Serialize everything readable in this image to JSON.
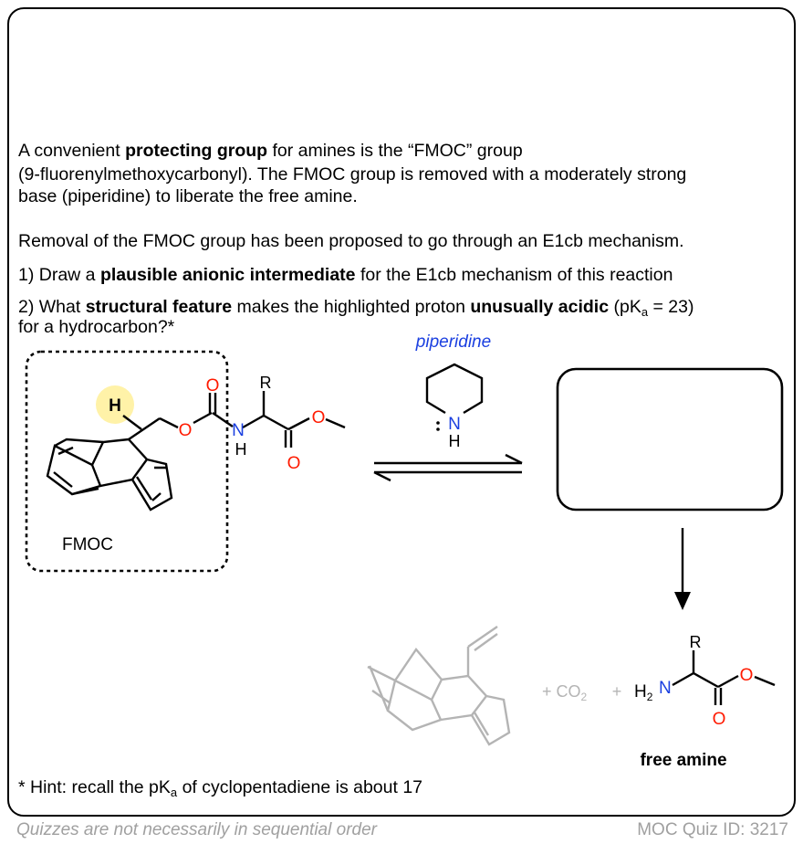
{
  "intro": {
    "p1a": "A convenient ",
    "p1b": "protecting group",
    "p1c": " for amines is the “FMOC” group",
    "p2": "(9-fluorenylmethoxycarbonyl). The FMOC group is removed with a moderately strong",
    "p3": "base (piperidine) to liberate the free amine."
  },
  "mechanism_statement": "Removal of the FMOC group has been proposed to go through an E1cb mechanism.",
  "question1": {
    "pre": "1) Draw a ",
    "bold": "plausible anionic intermediate",
    "post": " for the E1cb mechanism of this reaction"
  },
  "question2": {
    "pre": "2) What ",
    "bold1": "structural feature",
    "mid": " makes the highlighted proton ",
    "bold2": "unusually acidic",
    "pka_open": " (pK",
    "pka_sub": "a",
    "pka_close": " = 23)",
    "line2": "for a hydrocarbon?*"
  },
  "diagram": {
    "reagent_label": "piperidine",
    "fmoc_label": "FMOC",
    "highlighted_h": "H",
    "atom_o": "O",
    "atom_n": "N",
    "atom_h": "H",
    "substituent_r": "R",
    "byproduct_co2_plus": "+ CO",
    "byproduct_co2_sub": "2",
    "plus": "+",
    "amine_h2": "H",
    "amine_h2_sub": "2",
    "free_amine_label": "free amine",
    "colors": {
      "nitrogen": "#1a3fe0",
      "oxygen": "#ff1a00",
      "reagent": "#1a3fe0",
      "faded": "#b4b4b4",
      "highlight": "#fff2a8"
    }
  },
  "hint": {
    "pre": "* Hint: recall the pK",
    "sub": "a",
    "post": " of cyclopentadiene is about 17"
  },
  "footer": {
    "left": "Quizzes are not necessarily in sequential order",
    "right": "MOC Quiz ID: 3217"
  }
}
